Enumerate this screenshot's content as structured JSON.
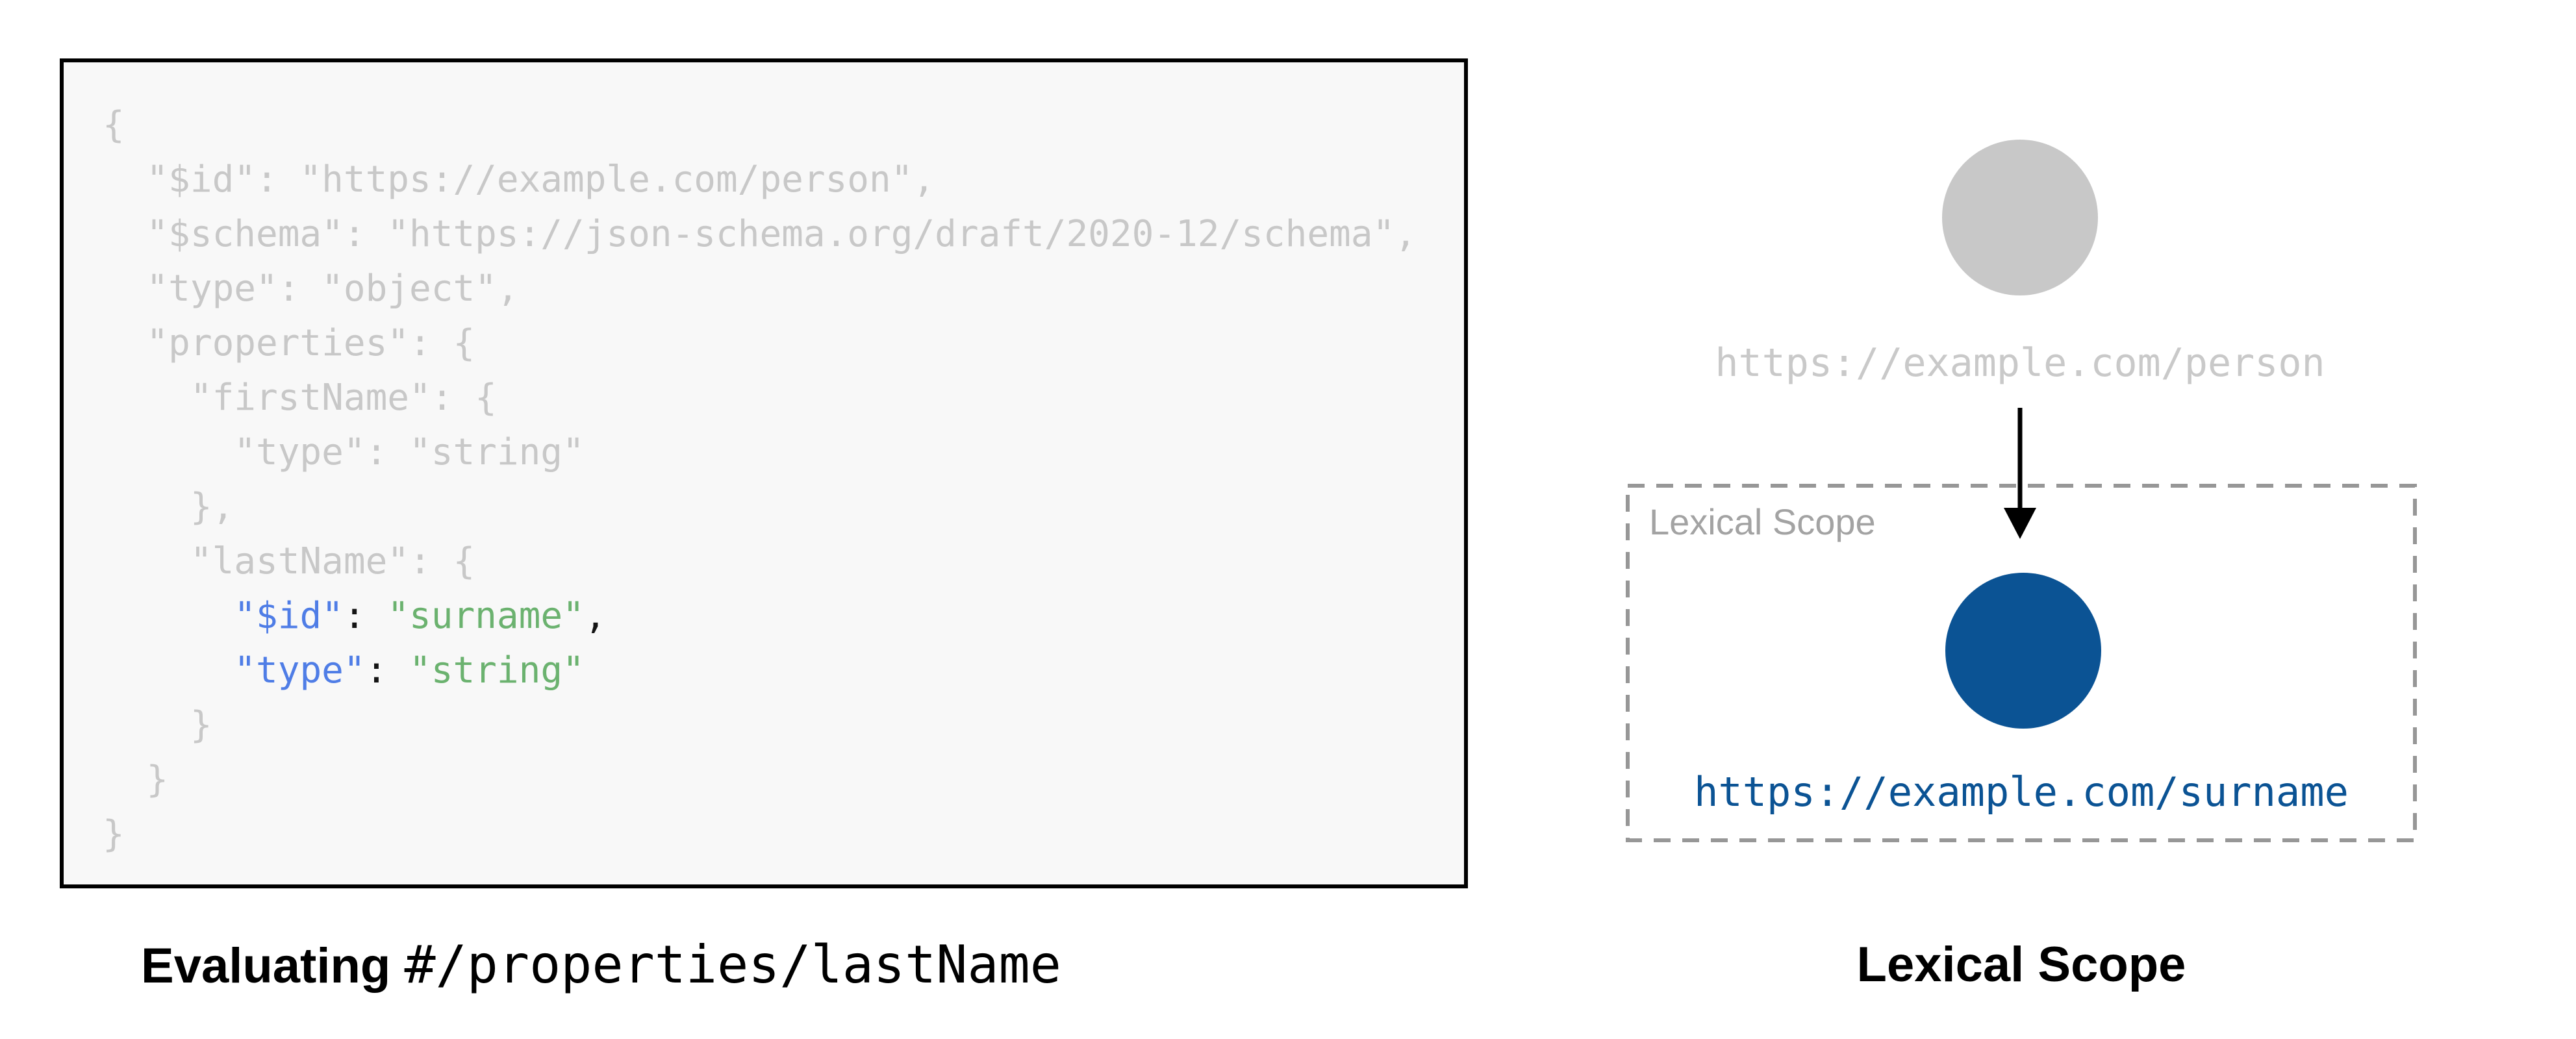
{
  "code_panel": {
    "background": "#f8f8f8",
    "border_color": "#000000",
    "lines": [
      [
        [
          "plain",
          "{"
        ]
      ],
      [
        [
          "plain",
          "  \"$id\": \"https://example.com/person\","
        ]
      ],
      [
        [
          "plain",
          "  \"$schema\": \"https://json-schema.org/draft/2020-12/schema\","
        ]
      ],
      [
        [
          "plain",
          "  \"type\": \"object\","
        ]
      ],
      [
        [
          "plain",
          "  \"properties\": {"
        ]
      ],
      [
        [
          "plain",
          "    \"firstName\": {"
        ]
      ],
      [
        [
          "plain",
          "      \"type\": \"string\""
        ]
      ],
      [
        [
          "plain",
          "    },"
        ]
      ],
      [
        [
          "plain",
          "    \"lastName\": {"
        ]
      ],
      [
        [
          "plain",
          "      "
        ],
        [
          "key",
          "\"$id\""
        ],
        [
          "punct",
          ": "
        ],
        [
          "str",
          "\"surname\""
        ],
        [
          "punct",
          ","
        ]
      ],
      [
        [
          "plain",
          "      "
        ],
        [
          "key",
          "\"type\""
        ],
        [
          "punct",
          ": "
        ],
        [
          "str",
          "\"string\""
        ]
      ],
      [
        [
          "plain",
          "    }"
        ]
      ],
      [
        [
          "plain",
          "  }"
        ]
      ],
      [
        [
          "plain",
          "}"
        ]
      ]
    ],
    "caption": {
      "bold": "Evaluating",
      "path": "#/properties/lastName"
    }
  },
  "scope_panel": {
    "parent_uri": "https://example.com/person",
    "scope_label": "Lexical Scope",
    "child_uri": "https://example.com/surname",
    "caption": "Lexical Scope"
  },
  "colors": {
    "code_bg": "#f8f8f8",
    "code_border": "#000000",
    "code_muted": "#c8c8c8",
    "code_key": "#4f7de6",
    "code_string": "#6bb26f",
    "code_punct": "#141414",
    "node_parent": "#c8c8c8",
    "node_child": "#0b5394",
    "uri_parent": "#c9c9c9",
    "uri_child": "#0b5394",
    "scope_border": "#979797",
    "scope_label": "#a3a3a3",
    "arrow": "#000000"
  }
}
